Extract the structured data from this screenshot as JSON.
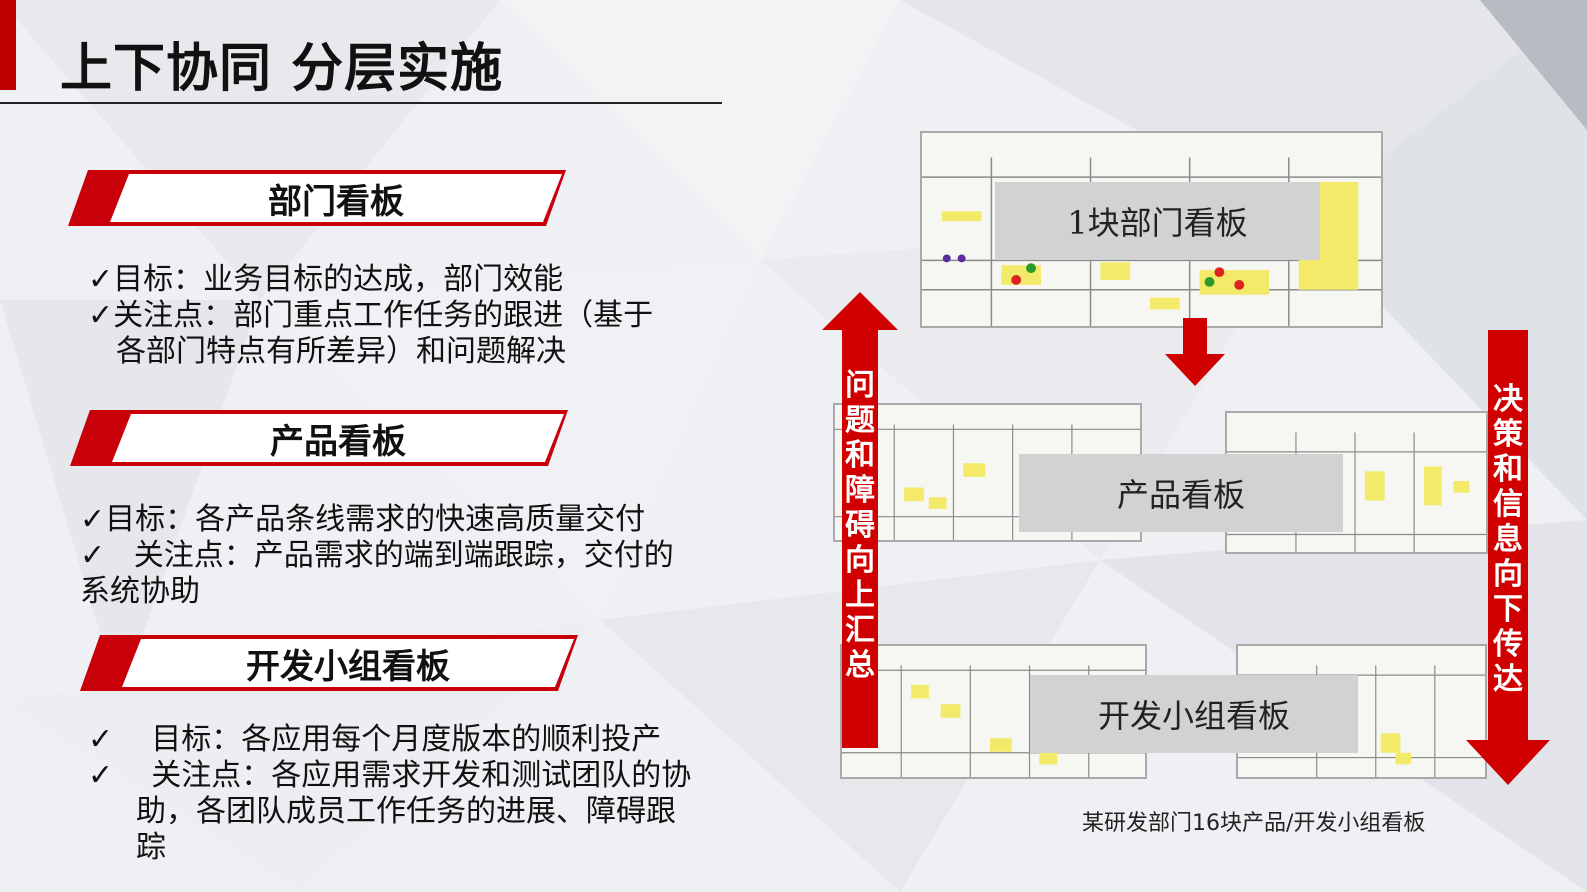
{
  "title": "上下协同 分层实施",
  "sections": [
    {
      "header": "部门看板",
      "bullets": [
        "✓目标：业务目标的达成，部门效能",
        "✓关注点：部门重点工作任务的跟进（基于",
        "各部门特点有所差异）和问题解决"
      ]
    },
    {
      "header": "产品看板",
      "bullets": [
        "✓目标：各产品条线需求的快速高质量交付",
        "✓   关注点：产品需求的端到端跟踪，交付的",
        "系统协助"
      ]
    },
    {
      "header": "开发小组看板",
      "bullets": [
        "✓    目标：各应用每个月度版本的顺利投产",
        "✓    关注点：各应用需求开发和测试团队的协",
        "助，各团队成员工作任务的进展、障碍跟",
        "踪"
      ]
    }
  ],
  "boards": {
    "department_label": "1块部门看板",
    "product_label": "产品看板",
    "dev_label": "开发小组看板"
  },
  "arrows": {
    "up_text": "问题和障碍向上汇总",
    "down_text": "决策和信息向下传达"
  },
  "caption": "某研发部门16块产品/开发小组看板",
  "colors": {
    "accent": "#c8000a",
    "label_bg": "#d2d2d2",
    "sticky_note": "#f3ea6a"
  }
}
